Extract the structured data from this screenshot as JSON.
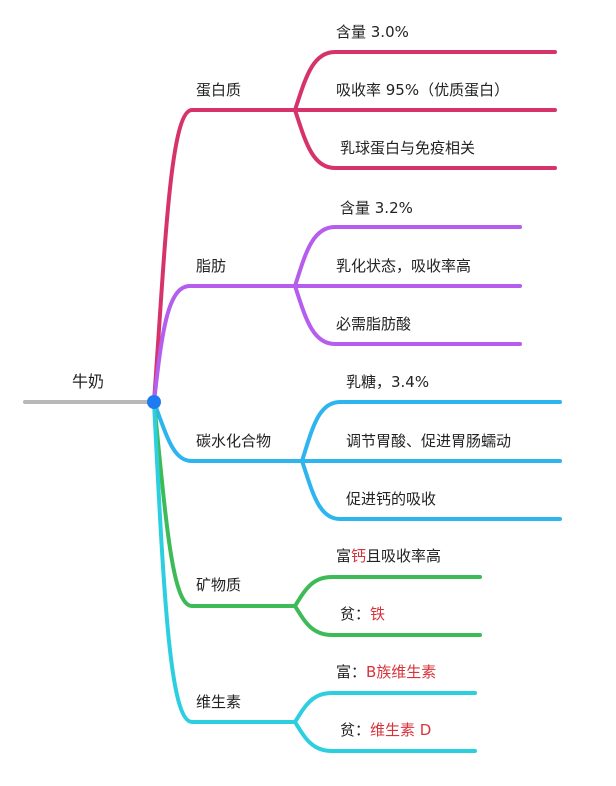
{
  "root": {
    "label": "牛奶",
    "line_color": "#b8b8b8",
    "dot_color": "#1f7bf2"
  },
  "branches": [
    {
      "label": "蛋白质",
      "color": "#d6336c",
      "children": [
        {
          "parts": [
            {
              "text": "含量 3.0%",
              "hl": false
            }
          ]
        },
        {
          "parts": [
            {
              "text": "吸收率 95%（优质蛋白）",
              "hl": false
            }
          ]
        },
        {
          "parts": [
            {
              "text": "乳球蛋白与免疫相关",
              "hl": false
            }
          ]
        }
      ]
    },
    {
      "label": "脂肪",
      "color": "#b55ded",
      "children": [
        {
          "parts": [
            {
              "text": "含量 3.2%",
              "hl": false
            }
          ]
        },
        {
          "parts": [
            {
              "text": "乳化状态，吸收率高",
              "hl": false
            }
          ]
        },
        {
          "parts": [
            {
              "text": "必需脂肪酸",
              "hl": false
            }
          ]
        }
      ]
    },
    {
      "label": "碳水化合物",
      "color": "#2eb4ef",
      "children": [
        {
          "parts": [
            {
              "text": "乳糖，3.4%",
              "hl": false
            }
          ]
        },
        {
          "parts": [
            {
              "text": "调节胃酸、促进胃肠蠕动",
              "hl": false
            }
          ]
        },
        {
          "parts": [
            {
              "text": "促进钙的吸收",
              "hl": false
            }
          ]
        }
      ]
    },
    {
      "label": "矿物质",
      "color": "#3dbb57",
      "children": [
        {
          "parts": [
            {
              "text": "富",
              "hl": false
            },
            {
              "text": "钙",
              "hl": true
            },
            {
              "text": "且吸收率高",
              "hl": false
            }
          ]
        },
        {
          "parts": [
            {
              "text": "贫：",
              "hl": false
            },
            {
              "text": "铁",
              "hl": true
            }
          ]
        }
      ]
    },
    {
      "label": "维生素",
      "color": "#2ccfdf",
      "children": [
        {
          "parts": [
            {
              "text": "富：",
              "hl": false
            },
            {
              "text": "B族维生素",
              "hl": true
            }
          ]
        },
        {
          "parts": [
            {
              "text": "贫：",
              "hl": false
            },
            {
              "text": "维生素 D",
              "hl": true
            }
          ]
        }
      ]
    }
  ],
  "highlight_color": "#d8333b"
}
